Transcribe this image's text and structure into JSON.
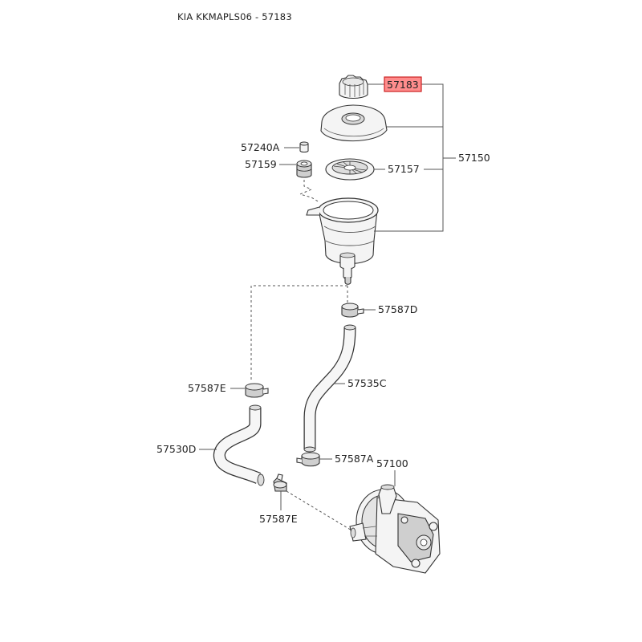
{
  "title": "KIA KKMAPLS06 - 57183",
  "highlight_color": "#ff8c8c",
  "parts": {
    "p57183": "57183",
    "p57150": "57150",
    "p57240A": "57240A",
    "p57159": "57159",
    "p57157": "57157",
    "p57587D": "57587D",
    "p57587E_upper": "57587E",
    "p57535C": "57535C",
    "p57530D": "57530D",
    "p57587A": "57587A",
    "p57100": "57100",
    "p57587E_lower": "57587E"
  }
}
